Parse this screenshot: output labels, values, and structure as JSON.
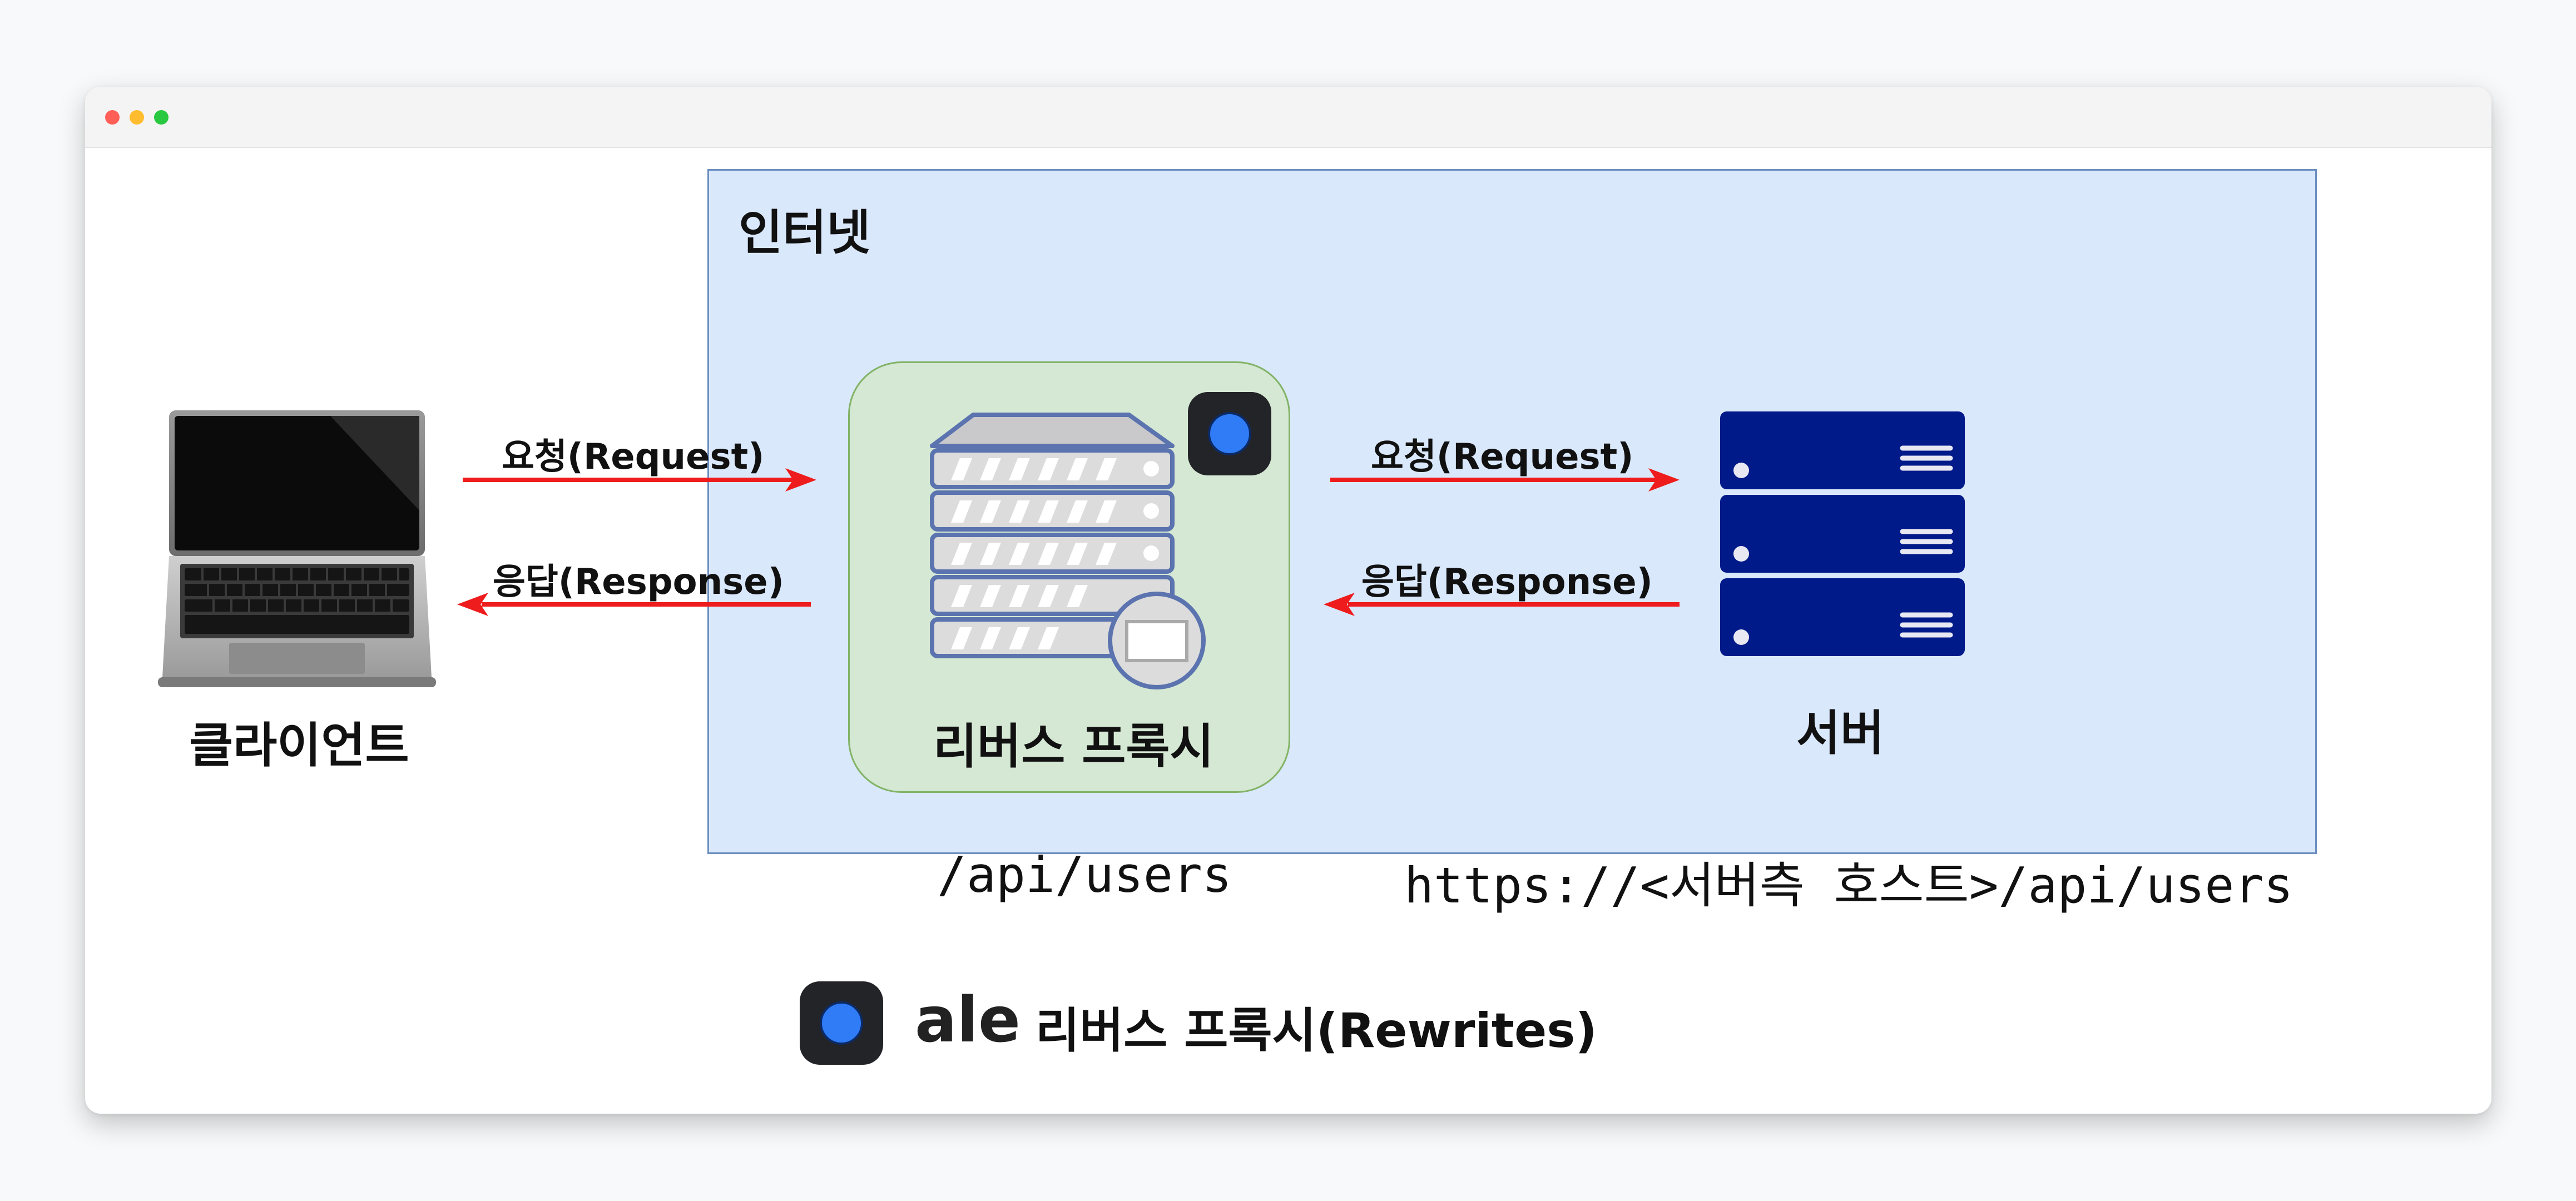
{
  "diagram": {
    "internet_label": "인터넷",
    "client_label": "클라이언트",
    "proxy_label": "리버스 프록시",
    "server_label": "서버",
    "request_label": "요청(Request)",
    "response_label": "응답(Response)",
    "proxy_path": "/api/users",
    "server_url": "https://<서버측 호스트>/api/users"
  },
  "footer": {
    "brand": "ale",
    "title": "리버스 프록시(Rewrites)"
  },
  "icons": {
    "client": "laptop-icon",
    "proxy": "server-rack-icon",
    "server": "server-stack-icon",
    "app": "app-logo-icon"
  },
  "colors": {
    "internet_fill": "#dae8fc",
    "internet_border": "#6c8ebf",
    "proxy_fill": "#d5e8d4",
    "proxy_border": "#82b366",
    "arrow": "#ee1c1c",
    "server": "#001a8a",
    "app_accent": "#2f7cf6"
  }
}
